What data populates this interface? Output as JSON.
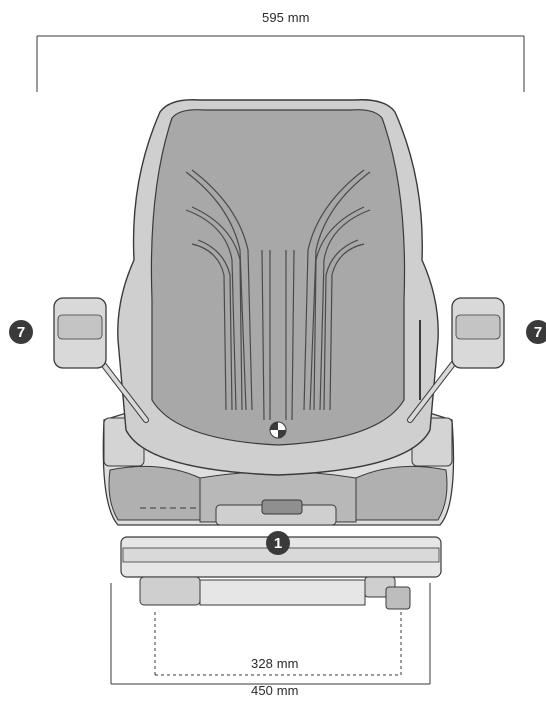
{
  "dimensions": {
    "overall_width": "595 mm",
    "rail_spacing": "328 mm",
    "base_width": "450 mm"
  },
  "callouts": {
    "armrest_left": "7",
    "armrest_right": "7",
    "adjuster": "1"
  },
  "colors": {
    "line": "#3a3a3a",
    "seat_fill": "#a8a8a8",
    "frame_fill": "#e6e6e6",
    "badge": "#3a3a3a"
  }
}
